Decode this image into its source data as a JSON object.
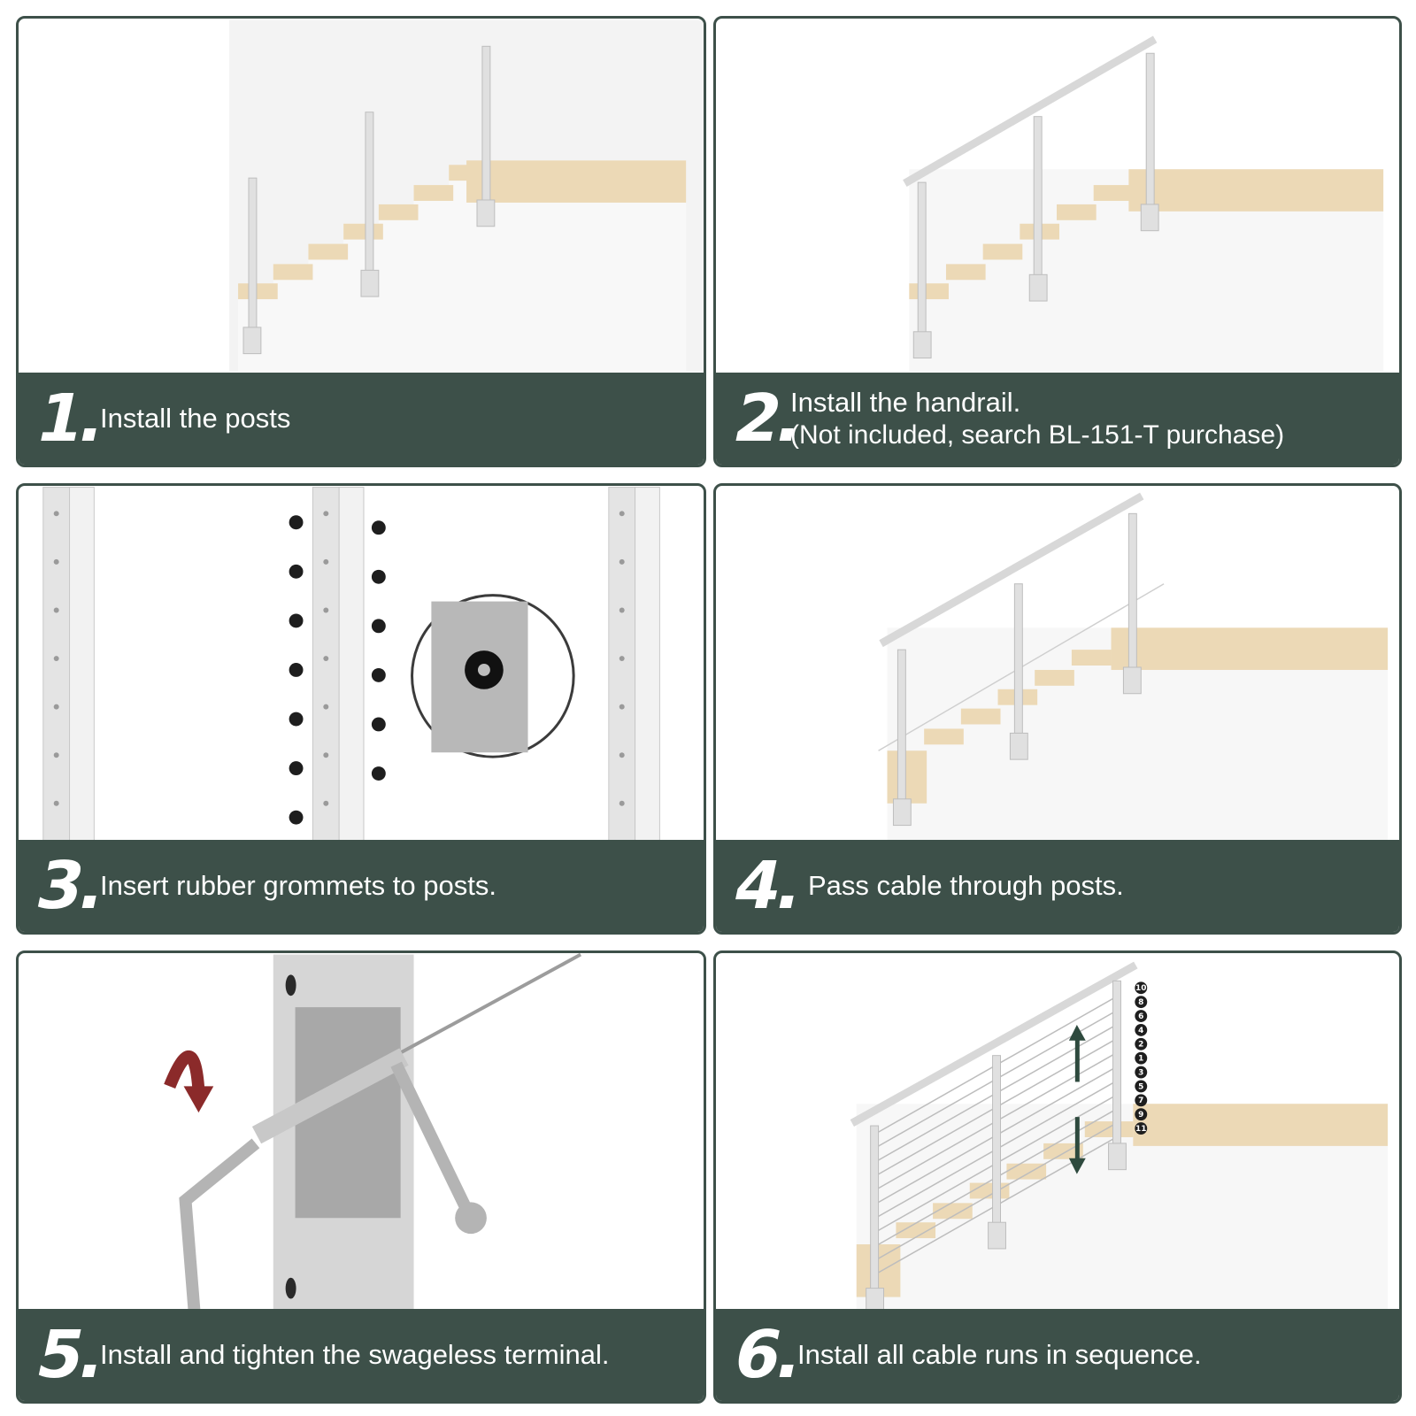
{
  "colors": {
    "caption_bg": "#3d5049",
    "caption_text": "#ffffff",
    "wood": "#ecd9b6",
    "post": "#dcdcdc",
    "arrow_red": "#8b2a2a",
    "arrow_green": "#2e4a3e"
  },
  "steps": [
    {
      "number": "1.",
      "text": "Install the posts"
    },
    {
      "number": "2.",
      "text": "Install the handrail.",
      "text2": "(Not included, search BL-151-T purchase)"
    },
    {
      "number": "3.",
      "text": "Insert rubber grommets to posts."
    },
    {
      "number": "4.",
      "text": "Pass cable through posts."
    },
    {
      "number": "5.",
      "text": "Install and tighten the swageless terminal."
    },
    {
      "number": "6.",
      "text": "Install all cable runs in sequence."
    }
  ],
  "cable_sequence": [
    "10",
    "8",
    "6",
    "4",
    "2",
    "1",
    "3",
    "5",
    "7",
    "9",
    "11"
  ]
}
